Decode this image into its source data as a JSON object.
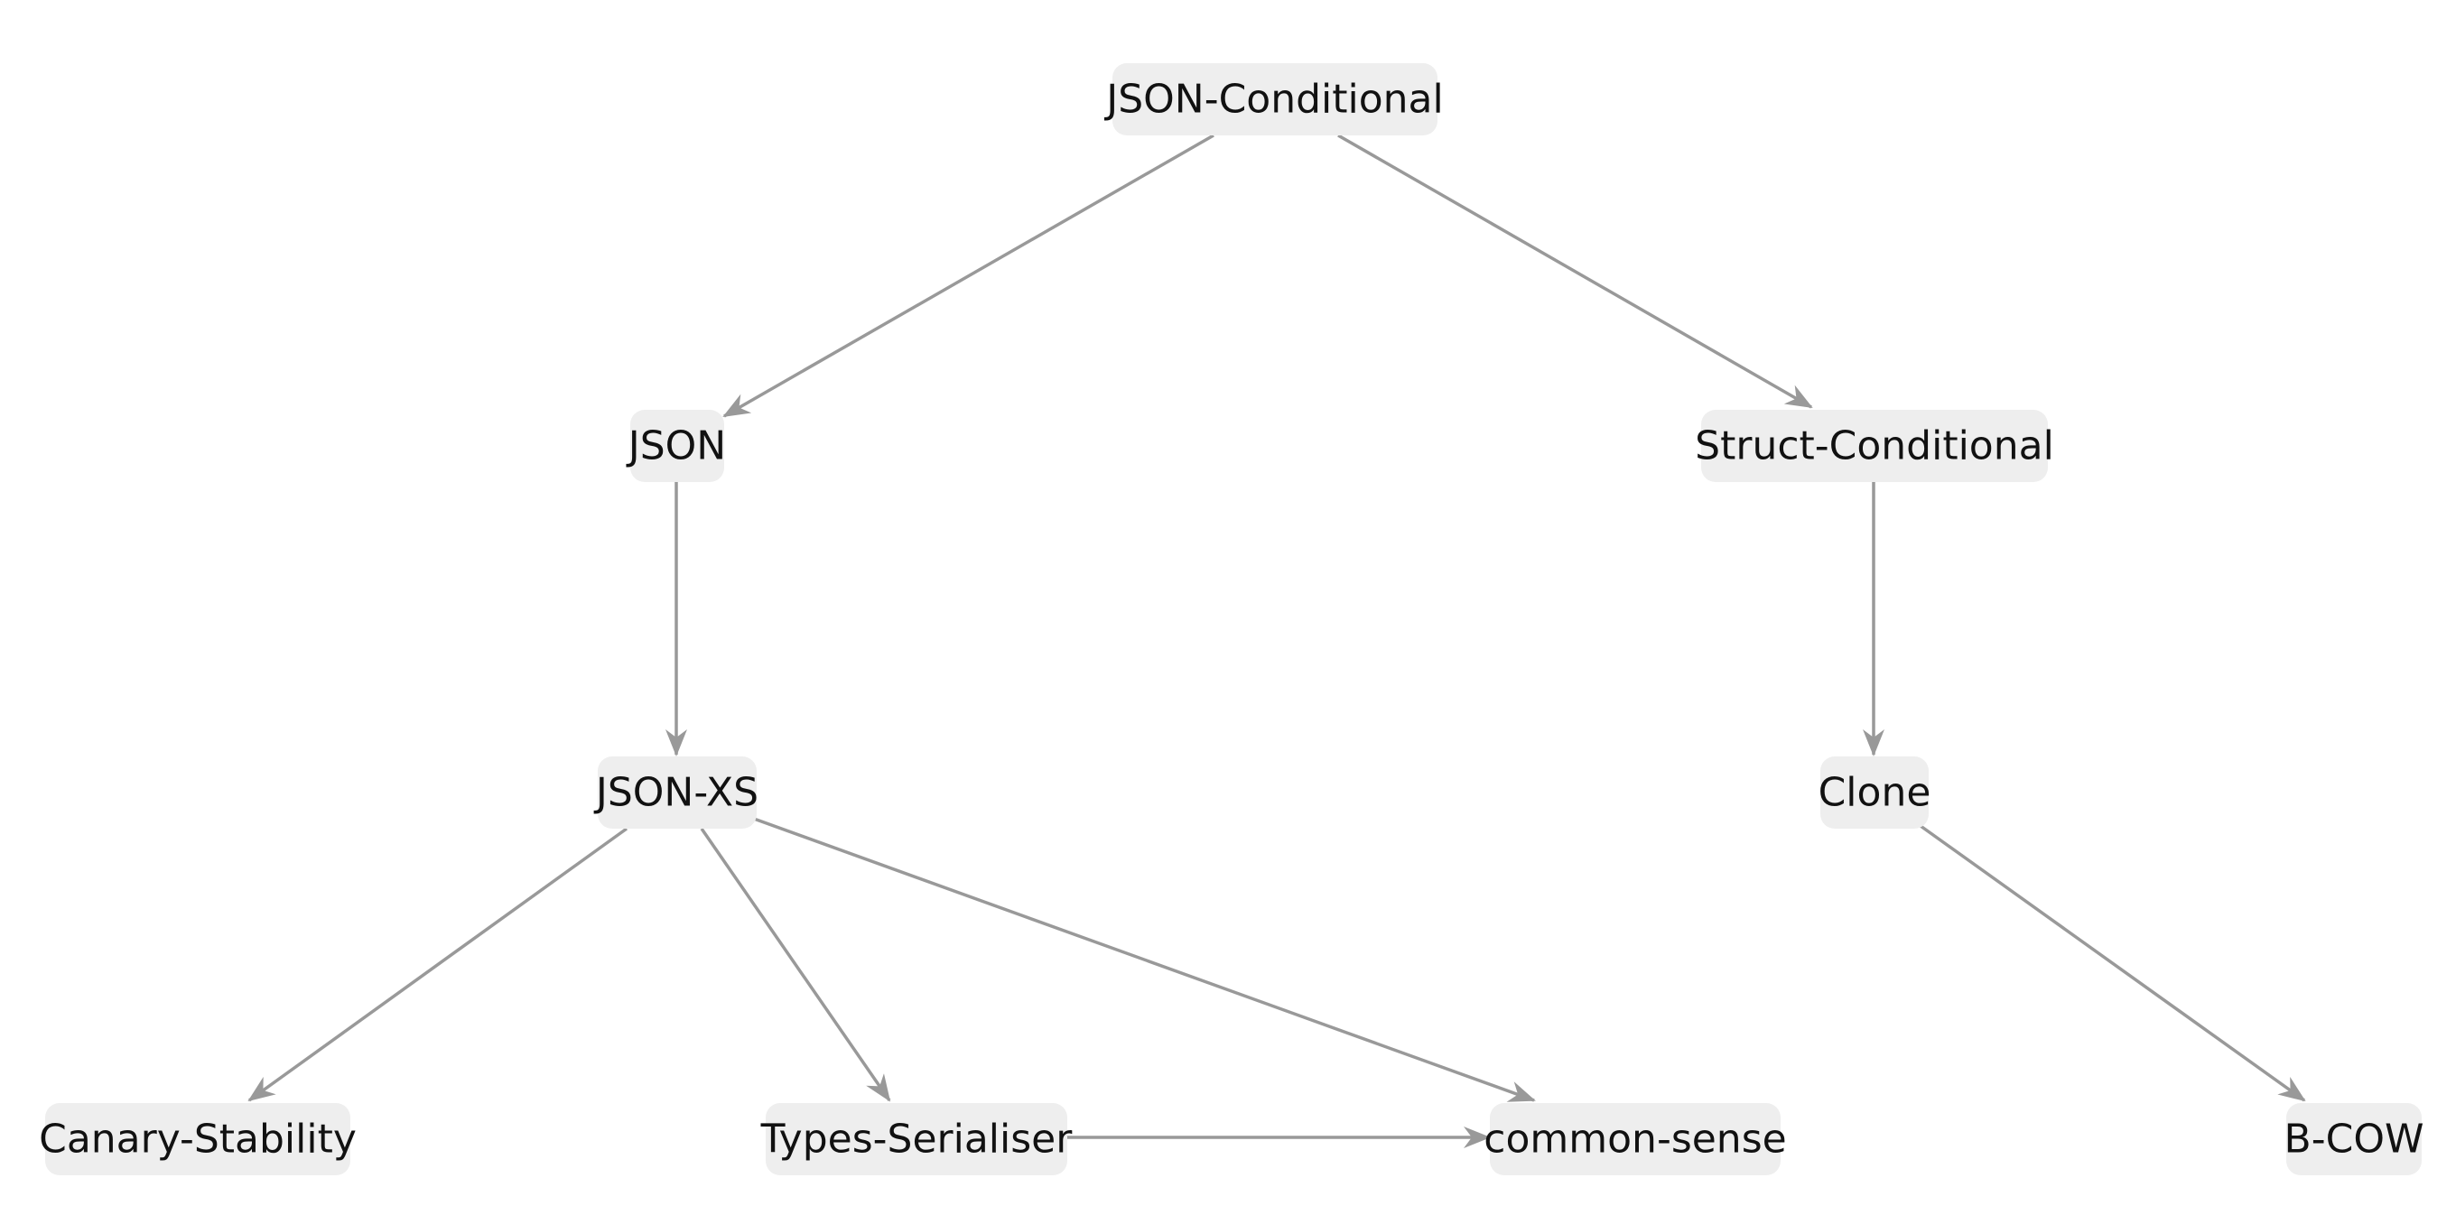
{
  "diagram": {
    "type": "directed-graph",
    "colors": {
      "node_fill": "#eeeeee",
      "edge": "#999999",
      "text": "#111111"
    },
    "nodes": [
      {
        "id": "json-conditional",
        "label": "JSON-Conditional"
      },
      {
        "id": "json",
        "label": "JSON"
      },
      {
        "id": "struct-conditional",
        "label": "Struct-Conditional"
      },
      {
        "id": "json-xs",
        "label": "JSON-XS"
      },
      {
        "id": "clone",
        "label": "Clone"
      },
      {
        "id": "canary-stability",
        "label": "Canary-Stability"
      },
      {
        "id": "types-serialiser",
        "label": "Types-Serialiser"
      },
      {
        "id": "common-sense",
        "label": "common-sense"
      },
      {
        "id": "b-cow",
        "label": "B-COW"
      }
    ],
    "edges": [
      {
        "from": "json-conditional",
        "to": "json"
      },
      {
        "from": "json-conditional",
        "to": "struct-conditional"
      },
      {
        "from": "json",
        "to": "json-xs"
      },
      {
        "from": "struct-conditional",
        "to": "clone"
      },
      {
        "from": "json-xs",
        "to": "canary-stability"
      },
      {
        "from": "json-xs",
        "to": "types-serialiser"
      },
      {
        "from": "json-xs",
        "to": "common-sense"
      },
      {
        "from": "clone",
        "to": "b-cow"
      },
      {
        "from": "types-serialiser",
        "to": "common-sense"
      }
    ]
  }
}
